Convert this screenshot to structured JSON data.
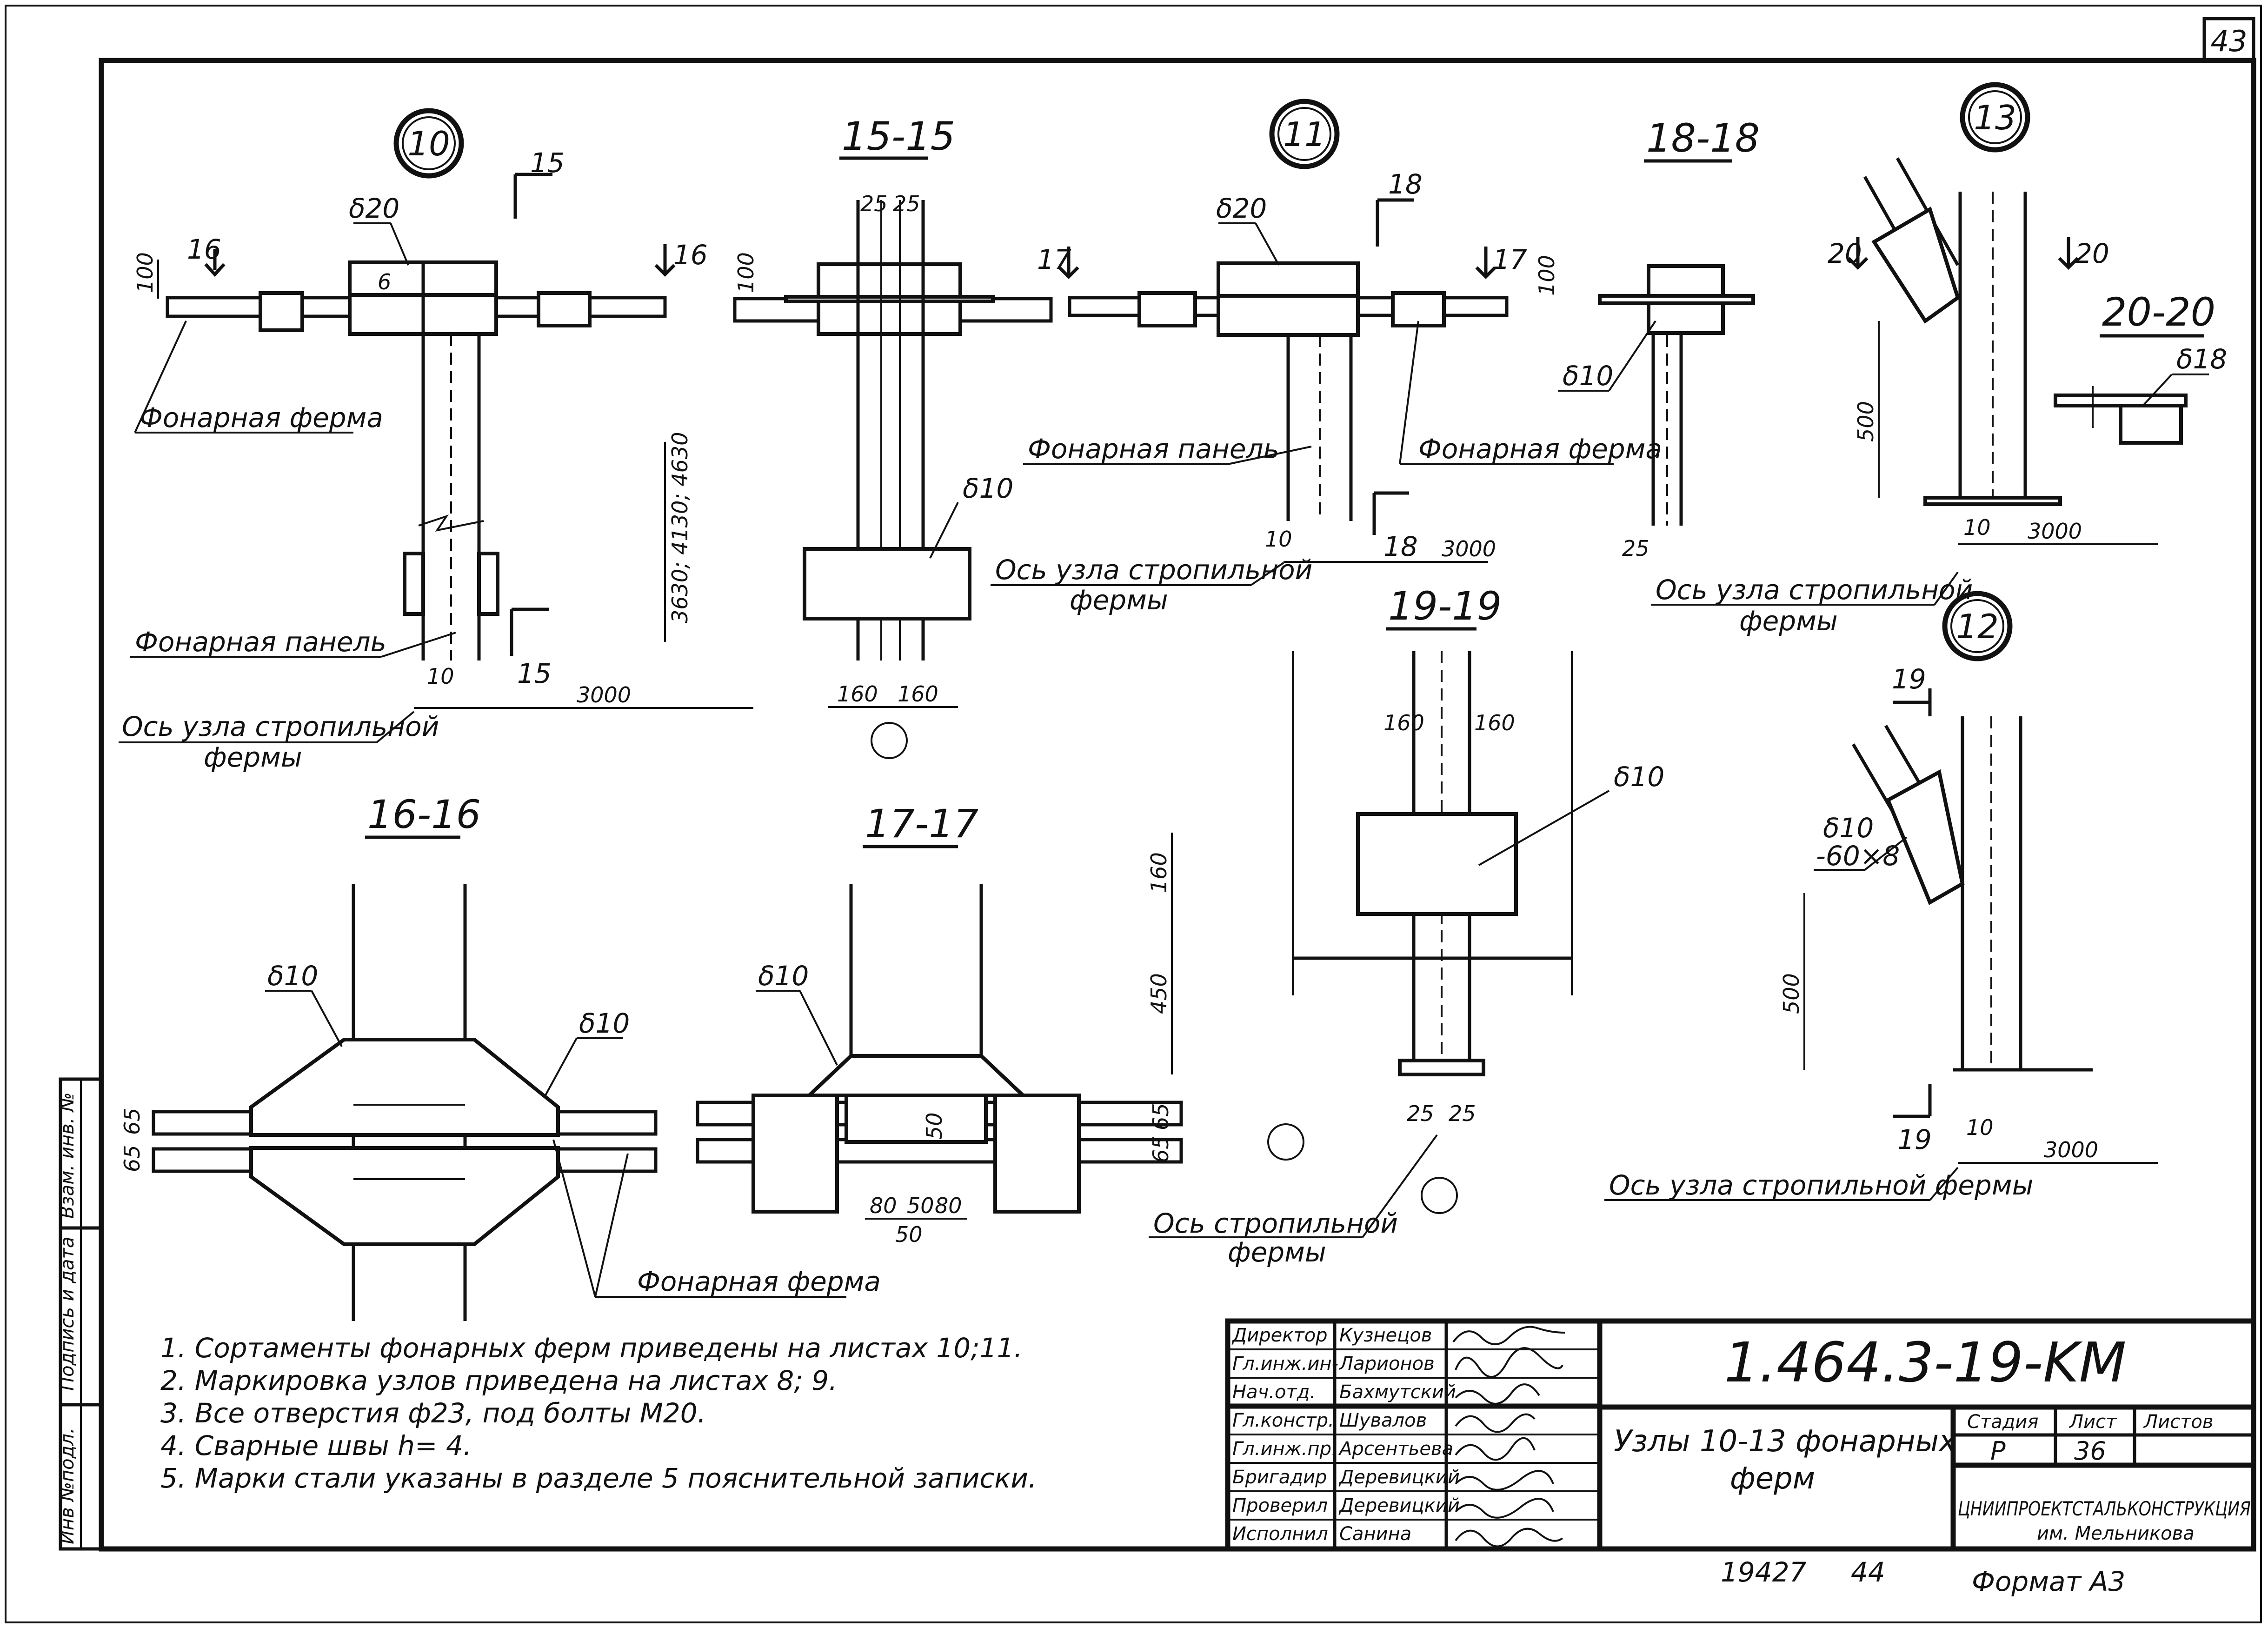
{
  "sheet": {
    "page_number": "43",
    "document_code": "1.464.3-19-KM",
    "title_line1": "Узлы 10-13 фонарных",
    "title_line2": "ферм",
    "stage_label": "Стадия",
    "stage_value": "Р",
    "sheet_label": "Лист",
    "sheet_value": "36",
    "sheets_label": "Листов",
    "organization": "ЦНИИПРОЕКТСТАЛЬКОНСТРУКЦИЯ",
    "organization_sub": "им. Мельникова",
    "archive_number": "19427",
    "archive_suffix": "44",
    "format": "Формат А3"
  },
  "side_stamps": {
    "inv_orig": "Инв №подл.",
    "sign_date": "Подпись и дата",
    "replace_inv": "Взам. инв. №"
  },
  "roles": [
    {
      "role": "Директор",
      "name": "Кузнецов"
    },
    {
      "role": "Гл.инж.ин-",
      "name": "Ларионов"
    },
    {
      "role": "Нач.отд.",
      "name": "Бахмутский"
    },
    {
      "role": "Гл.констр.",
      "name": "Шувалов"
    },
    {
      "role": "Гл.инж.пр.",
      "name": "Арсентьева"
    },
    {
      "role": "Бригадир",
      "name": "Деревицкий"
    },
    {
      "role": "Проверил",
      "name": "Деревицкий"
    },
    {
      "role": "Исполнил",
      "name": "Санина"
    }
  ],
  "notes": [
    "1.  Сортаменты фонарных ферм приведены на листах 10;11.",
    "2.  Маркировка узлов приведена на листах 8; 9.",
    "3.  Все отверстия ф23, под болты М20.",
    "4.  Сварные швы h= 4.",
    "5.  Марки стали указаны в разделе 5 пояснительной записки."
  ],
  "nodes": {
    "n10": "10",
    "n11": "11",
    "n12": "12",
    "n13": "13"
  },
  "sections": {
    "s15": "15-15",
    "s16": "16-16",
    "s17": "17-17",
    "s18": "18-18",
    "s19": "19-19",
    "s20": "20-20"
  },
  "labels": {
    "lantern_truss": "Фонарная ферма",
    "lantern_panel": "Фонарная панель",
    "lantern_panel_lc": "Фонарная панель",
    "rafter_axis_1": "Ось узла стропильной",
    "rafter_axis_2": "фермы",
    "rafter_axis_inline": "Ось узла стропильной фермы",
    "rafter_axis_short_1": "Ось стропильной",
    "rafter_axis_short_2": "фермы",
    "s20": "δ20",
    "s18": "δ18",
    "s10": "δ10",
    "s10_strip": "-60×8",
    "d6": "6"
  },
  "dims": {
    "d100": "100",
    "d3000": "3000",
    "d10": "10",
    "d25": "25",
    "d160": "160",
    "d450": "450",
    "d500": "500",
    "d50": "50",
    "d80": "80",
    "d65": "65",
    "span": "3630; 4130; 4630"
  },
  "cuts": {
    "c15": "15",
    "c16": "16",
    "c17": "17",
    "c18": "18",
    "c19": "19",
    "c20": "20"
  }
}
